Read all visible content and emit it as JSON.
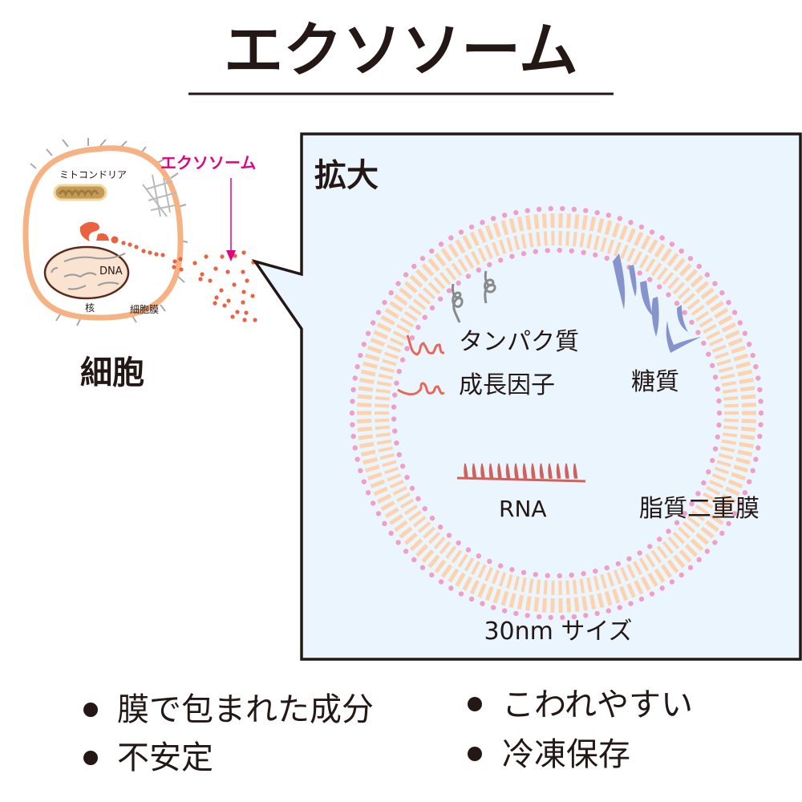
{
  "title": "エクソソーム",
  "cell": {
    "caption": "細胞",
    "mitochondria": "ミトコンドリア",
    "dna": "DNA",
    "nucleus": "核",
    "membrane": "細胞膜",
    "exosome_label": "エクソソーム"
  },
  "zoom_panel": {
    "title": "拡大",
    "protein": "タンパク質",
    "growth_factor": "成長因子",
    "sugar": "糖質",
    "rna": "RNA",
    "lipid_bilayer": "脂質二重膜",
    "size": "30nm サイズ"
  },
  "bullets_left": [
    "膜で包まれた成分",
    "不安定"
  ],
  "bullets_right": [
    "こわれやすい",
    "冷凍保存"
  ],
  "colors": {
    "accent": "#e4007f",
    "cell_membrane": "#f6b282",
    "exosome_dots": "#ea6240",
    "lipid_tail": "#fcd3ae",
    "lipid_head": "#f09ec8",
    "panel_bg": "#eaf5fd",
    "sugar": "#8793cc",
    "rna": "#d0625c"
  }
}
